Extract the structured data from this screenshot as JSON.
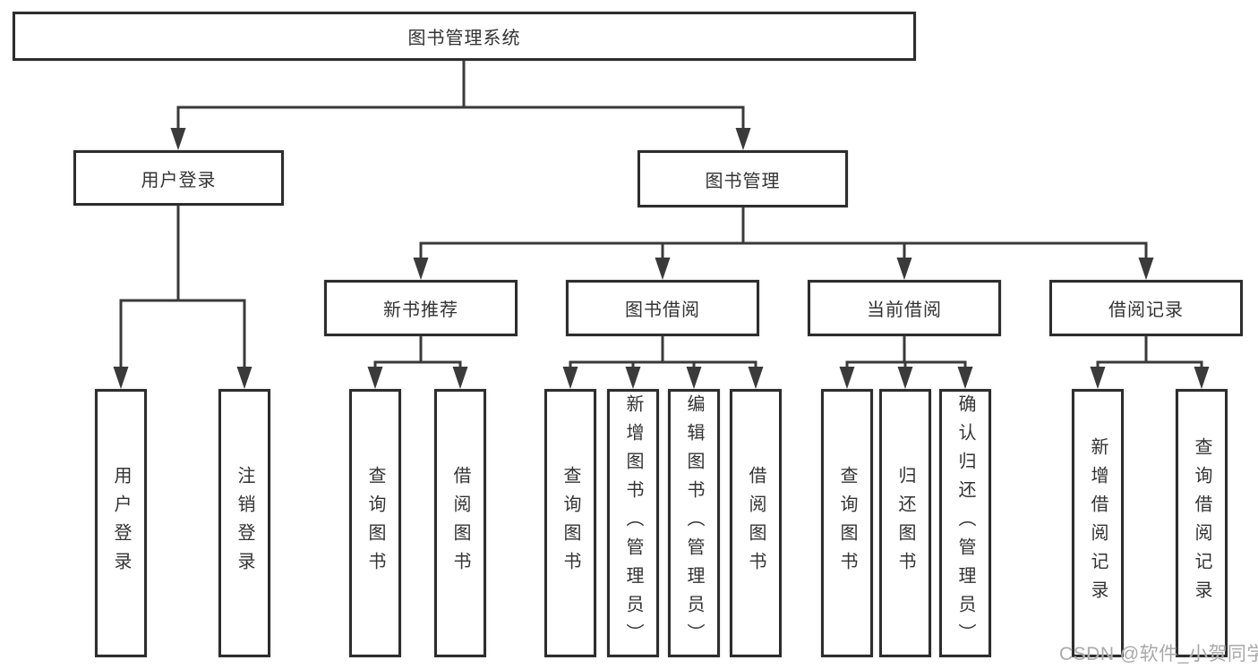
{
  "diagram_title": "图书管理系统",
  "tree": {
    "root": {
      "label": "图书管理系统"
    },
    "level2": [
      {
        "label": "用户登录",
        "leaves": [
          {
            "label": "用户登录"
          },
          {
            "label": "注销登录"
          }
        ]
      },
      {
        "label": "图书管理",
        "children": [
          {
            "label": "新书推荐",
            "leaves": [
              {
                "label": "查询图书"
              },
              {
                "label": "借阅图书"
              }
            ]
          },
          {
            "label": "图书借阅",
            "leaves": [
              {
                "label": "查询图书"
              },
              {
                "label": "新增图书（管理员）"
              },
              {
                "label": "编辑图书（管理员）"
              },
              {
                "label": "借阅图书"
              }
            ]
          },
          {
            "label": "当前借阅",
            "leaves": [
              {
                "label": "查询图书"
              },
              {
                "label": "归还图书"
              },
              {
                "label": "确认归还（管理员）"
              }
            ]
          },
          {
            "label": "借阅记录",
            "leaves": [
              {
                "label": "新增借阅记录"
              },
              {
                "label": "查询借阅记录"
              }
            ]
          }
        ]
      }
    ]
  },
  "watermark": {
    "text": "CSDN @软件_小贺同学"
  },
  "colors": {
    "line": "#3a3a3a",
    "box_border": "#2d2d2d",
    "text": "#333333",
    "watermark": "#a9a9a9",
    "background": "#ffffff"
  }
}
